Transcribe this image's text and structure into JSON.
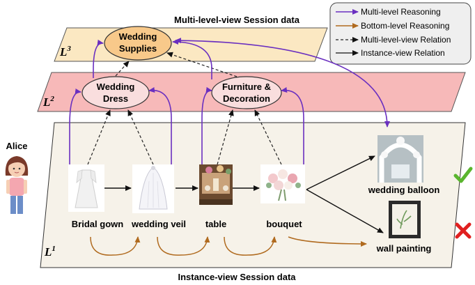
{
  "titles": {
    "top": "Multi-level-view Session data",
    "bottom": "Instance-view Session data"
  },
  "legend": {
    "items": [
      {
        "label": "Multi-level Reasoning",
        "color": "#6a2fc0",
        "style": "solid"
      },
      {
        "label": "Bottom-level Reasoning",
        "color": "#b06a1e",
        "style": "solid"
      },
      {
        "label": "Multi-level-view Relation",
        "color": "#222222",
        "style": "dashed"
      },
      {
        "label": "Instance-view Relation",
        "color": "#111111",
        "style": "solid"
      }
    ]
  },
  "levels": {
    "l3": {
      "label": "L",
      "sup": "3",
      "color": "#fbe8c2"
    },
    "l2": {
      "label": "L",
      "sup": "2",
      "color": "#f7b9b9"
    },
    "l1": {
      "label": "L",
      "sup": "1",
      "color": "#f6f2e9"
    }
  },
  "nodes": {
    "wedding_supplies": {
      "line1": "Wedding",
      "line2": "Supplies",
      "fill": "#f8c98a"
    },
    "wedding_dress": {
      "line1": "Wedding",
      "line2": "Dress",
      "fill": "#f9dede"
    },
    "furniture": {
      "line1": "Furniture &",
      "line2": "Decoration",
      "fill": "#f9dede"
    }
  },
  "user": {
    "name": "Alice"
  },
  "items": {
    "bridal_gown": "Bridal gown",
    "wedding_veil": "wedding veil",
    "table": "table",
    "bouquet": "bouquet",
    "wedding_balloon": "wedding balloon",
    "wall_painting": "wall painting"
  },
  "colors": {
    "purple": "#6a2fc0",
    "orange": "#b06a1e",
    "check": "#5ab52e",
    "cross": "#e02020"
  }
}
